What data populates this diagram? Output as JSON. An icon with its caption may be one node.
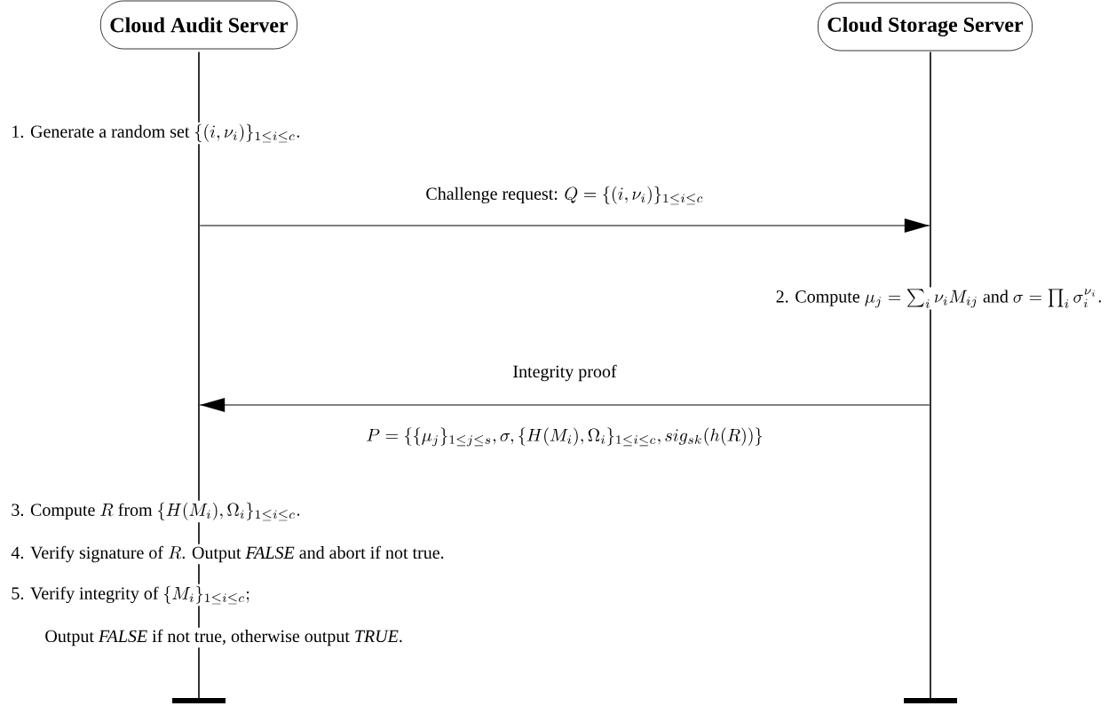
{
  "diagram": {
    "nodes": [
      {
        "text": [
          "Cloud Audit Server"
        ]
      },
      {
        "text": [
          "Cloud Storage Server"
        ]
      },
      {
        "text": [],
        "shape": "lifeline"
      },
      {
        "text": [],
        "shape": "lifeline"
      }
    ],
    "edges": [
      {
        "from": 2,
        "to": 3,
        "arrow": "to",
        "label": "\\text{Challenge request: } Q=\\{(i,\\nu_i)\\}_{1\\leq i\\leq c}"
      },
      {
        "from": 3,
        "to": 2,
        "arrow": "to",
        "label": "\\text{Integrity proof}"
      }
    ],
    "labels": [
      "\\text{1. Generate a random set } \\{(i,\\nu_i)\\}_{1\\leq i\\leq c}.",
      "\\text{2. Compute } \\mu_j=\\sum_i \\nu_i M_{ij} \\text{ and } \\sigma=\\prod_i \\sigma_i^{\\nu_i}.",
      "P=\\{\\{\\mu_j\\}_{1\\leq j\\leq s},\\sigma,\\{H(M_i),\\Omega_i\\}_{1\\leq i\\leq c},sig_{sk}(h(R))\\}",
      "\\text{3. Compute } R \\text{ from } \\{H(M_i),\\Omega_i\\}_{1\\leq i\\leq c}.",
      "\\text{4. Verify signature of } R\\text{. Output \\textit{FALSE} and abort if not true.}",
      "\\text{5. Verify integrity of } \\{M_i\\}_{1\\leq i\\leq c};",
      "\\text{Output \\textit{FALSE} if not true, otherwise output \\textit{TRUE}.}"
    ]
  }
}
